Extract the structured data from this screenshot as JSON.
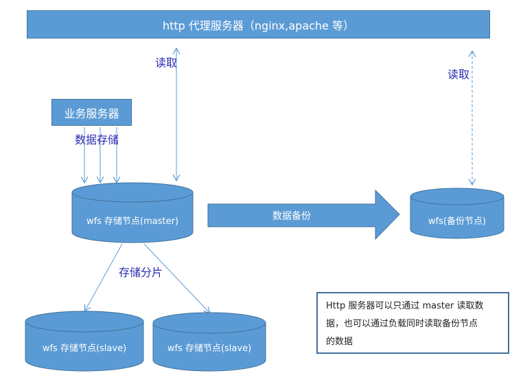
{
  "proxy": {
    "label": "http 代理服务器（nginx,apache 等）"
  },
  "business_server": {
    "label": "业务服务器"
  },
  "labels": {
    "read_master": "读取",
    "read_backup": "读取",
    "data_store": "数据存储",
    "sharding": "存储分片",
    "backup": "数据备份"
  },
  "nodes": {
    "master": "wfs 存储节点(master)",
    "backup": "wfs(备份节点)",
    "slave1": "wfs 存储节点(slave)",
    "slave2": "wfs 存储节点(slave)"
  },
  "note": {
    "line1": "Http 服务器可以只通过 master 读取数",
    "line2": "据，也可以通过负载同时读取备份节点",
    "line3": "的数据"
  },
  "colors": {
    "fill": "#5b9bd5",
    "stroke": "#41719c",
    "label_text": "#2b2bb0"
  }
}
